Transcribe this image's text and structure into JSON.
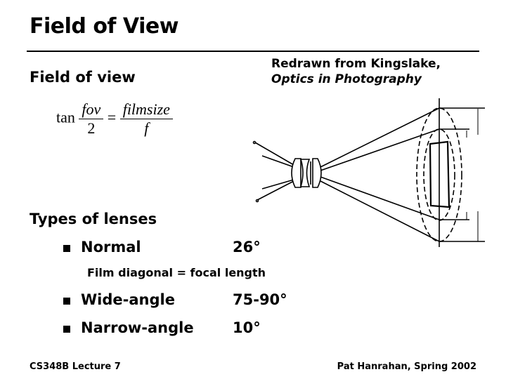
{
  "title": "Field of View",
  "credit": {
    "line1": "Redrawn from Kingslake,",
    "line2": "Optics in Photography"
  },
  "section1": "Field of view",
  "formula": {
    "func": "tan",
    "num1": "fov",
    "den1": "2",
    "eq": "=",
    "num2": "filmsize",
    "den2": "f"
  },
  "section2": "Types of lenses",
  "lenses": [
    {
      "name": "Normal",
      "angle": "26°"
    },
    {
      "name": "Wide-angle",
      "angle": "75-90°"
    },
    {
      "name": "Narrow-angle",
      "angle": "10°"
    }
  ],
  "normal_note": "Film diagonal = focal length",
  "footer": {
    "left": "CS348B Lecture 7",
    "right": "Pat Hanrahan, Spring 2002"
  }
}
